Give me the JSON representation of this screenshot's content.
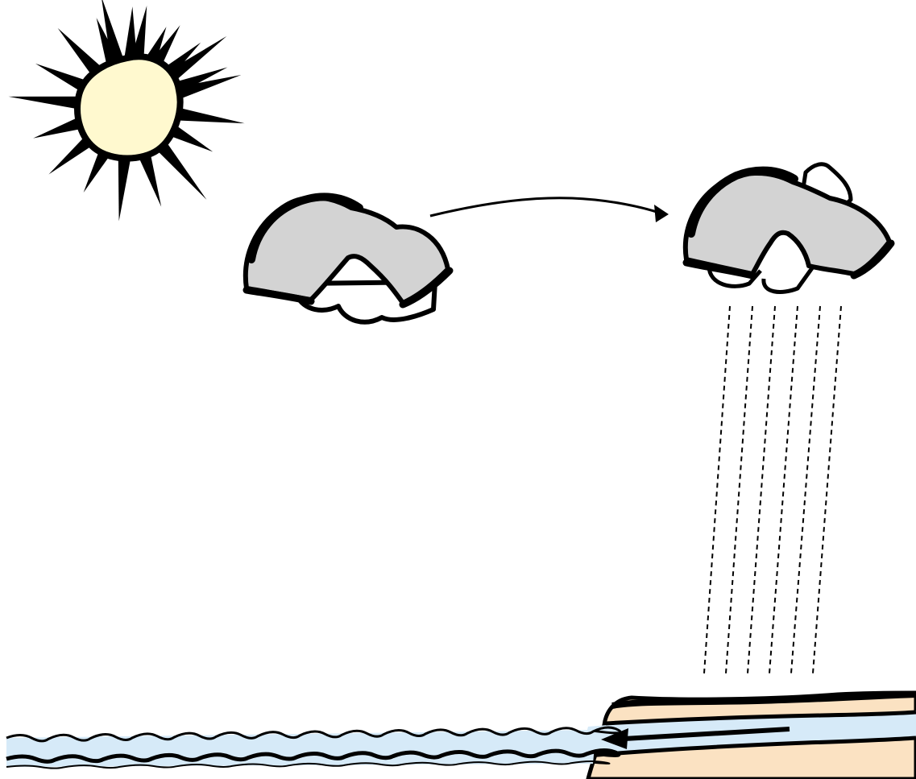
{
  "diagram": {
    "elements": [
      {
        "id": "sun",
        "icon": "sun-icon"
      },
      {
        "id": "evaporation-cloud",
        "icon": "cloud-icon"
      },
      {
        "id": "cloud-movement",
        "icon": "arrow-right-icon"
      },
      {
        "id": "rain-cloud",
        "icon": "cloud-icon"
      },
      {
        "id": "precipitation",
        "icon": "rain-icon"
      },
      {
        "id": "land",
        "icon": "land-icon"
      },
      {
        "id": "river-runoff",
        "icon": "arrow-left-icon"
      },
      {
        "id": "ocean",
        "icon": "waves-icon"
      }
    ],
    "colors": {
      "sun_fill": "#fff9cf",
      "cloud_fill": "#d3d3d3",
      "land_fill": "#fbe2c2",
      "water_fill": "#d6eaf8",
      "outline": "#000000",
      "background": "#ffffff"
    }
  }
}
